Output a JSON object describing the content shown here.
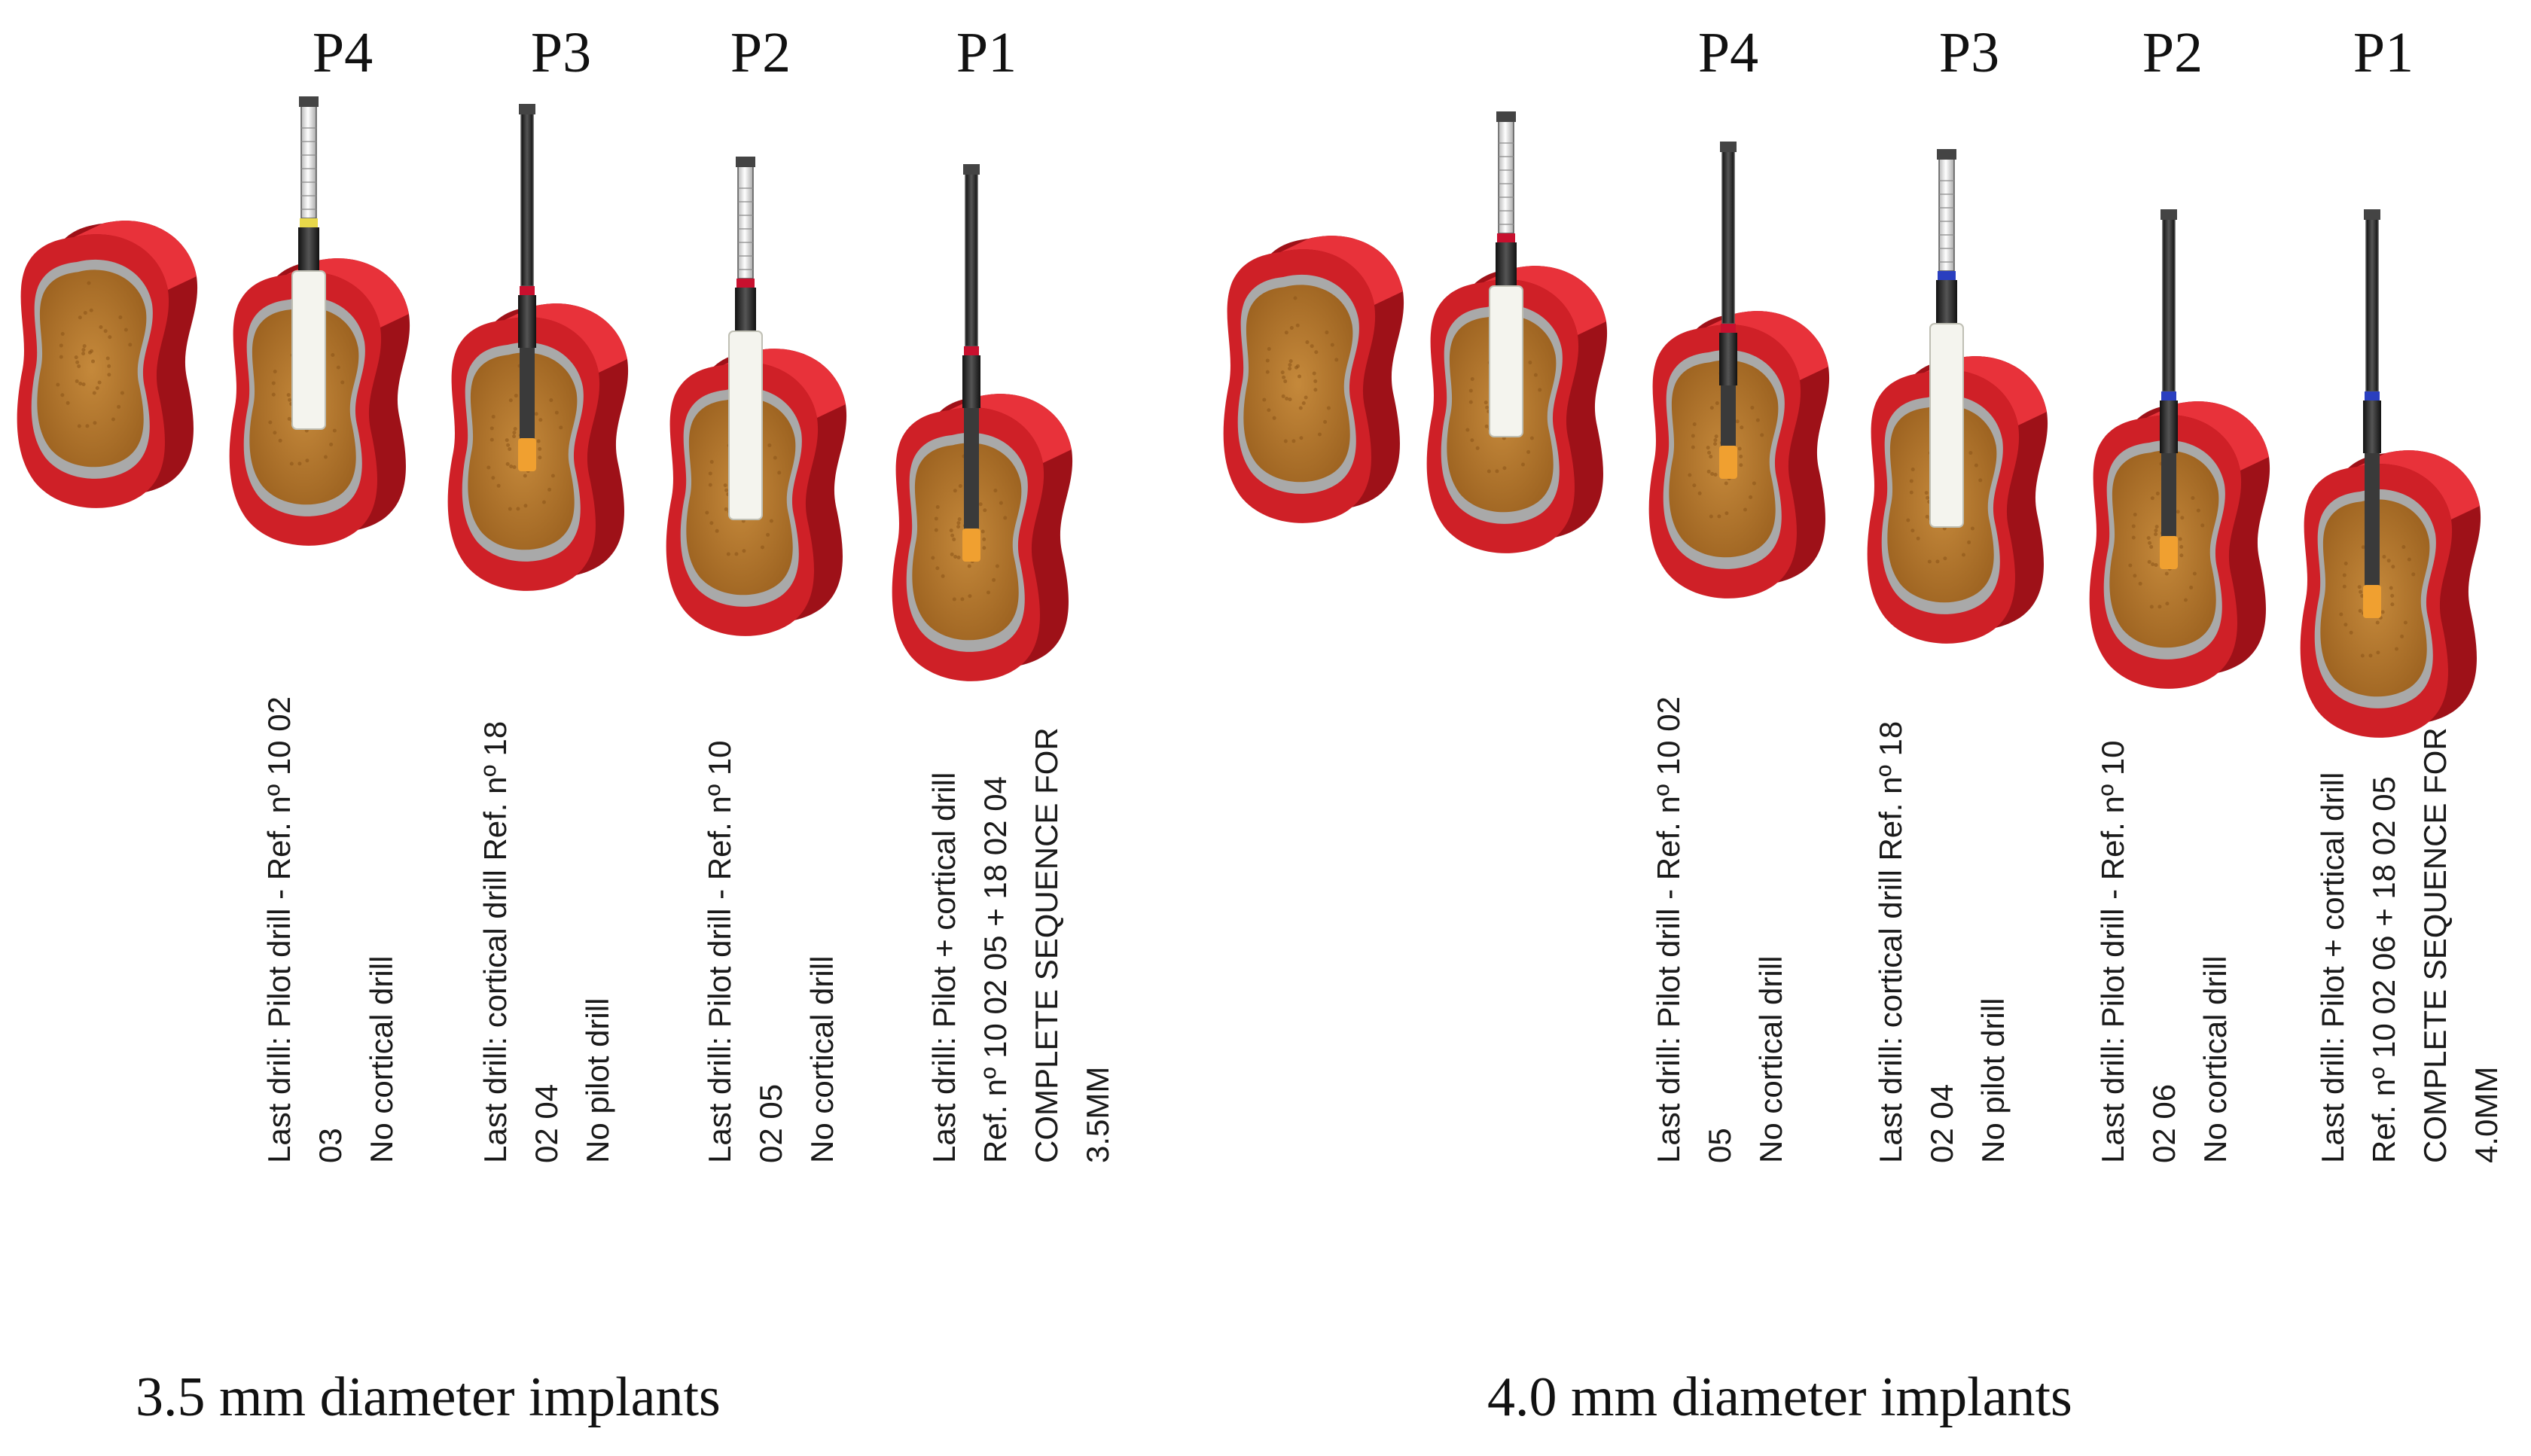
{
  "groups": [
    {
      "caption": "3.5 mm diameter implants",
      "steps": [
        {
          "label": "P4",
          "drill": "pilot",
          "band_color": "#e8d84a",
          "note_lines": [
            "Last drill: Pilot drill - Ref. nº 10 02",
            "03",
            "No cortical drill"
          ]
        },
        {
          "label": "P3",
          "drill": "cortical",
          "band_color": "#c8102e",
          "note_lines": [
            "Last drill: cortical drill Ref. nº 18",
            "02 04",
            "No pilot drill"
          ]
        },
        {
          "label": "P2",
          "drill": "pilot",
          "band_color": "#c8102e",
          "note_lines": [
            "Last drill: Pilot drill - Ref. nº 10",
            "02 05",
            "No cortical drill"
          ]
        },
        {
          "label": "P1",
          "drill": "cortical",
          "band_color": "#c8102e",
          "note_lines": [
            "Last drill: Pilot + cortical drill",
            "Ref. nº 10 02 05 + 18 02 04",
            "COMPLETE SEQUENCE FOR",
            "3.5MM"
          ]
        }
      ]
    },
    {
      "caption": "4.0 mm diameter implants",
      "steps": [
        {
          "label": "P4",
          "drill": "pilot",
          "band_color": "#c8102e",
          "note_lines": [
            "Last drill: Pilot drill - Ref. nº 10 02",
            "05",
            "No cortical drill"
          ]
        },
        {
          "label": "P3",
          "drill": "cortical",
          "band_color": "#c8102e",
          "note_lines": [
            "Last drill: cortical drill Ref. nº 18",
            "02 04",
            "No pilot drill"
          ]
        },
        {
          "label": "P2",
          "drill": "pilot",
          "band_color": "#2a3fbf",
          "note_lines": [
            "Last drill: Pilot drill - Ref. nº 10",
            "02 06",
            "No cortical drill"
          ]
        },
        {
          "label": "P1",
          "drill": "cortical",
          "band_color": "#2a3fbf",
          "note_lines": [
            "Last drill: Pilot + cortical drill",
            "Ref. nº 10 02 06 + 18 02 05",
            "COMPLETE SEQUENCE FOR",
            "4.0MM"
          ]
        }
      ]
    }
  ],
  "colors": {
    "bone_outer": "#cf2027",
    "bone_side": "#9e1118",
    "bone_top": "#e8323a",
    "cortical_ring": "#a9a9a9",
    "cancellous": "#b8782e",
    "cancellous_dark": "#8a5418",
    "drill_metal": "#e9e9e9",
    "drill_dark": "#2b2b2b",
    "drill_tip": "#f0a030",
    "osteotomy": "#f4f4ee"
  }
}
